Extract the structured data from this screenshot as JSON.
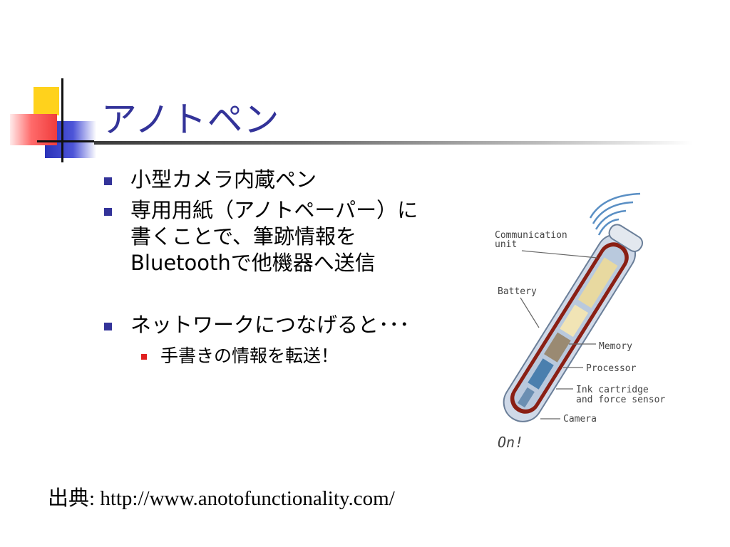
{
  "slide": {
    "title": "アノトペン",
    "bullets": [
      {
        "text": "小型カメラ内蔵ペン"
      },
      {
        "text": "専用用紙（アノトペーパー）に書くことで、筆跡情報をBluetoothで他機器へ送信"
      },
      {
        "text": "ネットワークにつなげると･･･"
      }
    ],
    "sub_bullet": "手書きの情報を転送！",
    "source_label": "出典",
    "source_url": ": http://www.anotofunctionality.com/"
  },
  "illustration": {
    "labels": {
      "communication": "Communication",
      "communication_unit": "unit",
      "battery": "Battery",
      "memory": "Memory",
      "processor": "Processor",
      "ink_line1": "Ink cartridge",
      "ink_line2": "and force sensor",
      "camera": "Camera",
      "logo": "On!"
    }
  },
  "colors": {
    "title": "#333399",
    "bullet": "#333399",
    "sub_bullet": "#e02020",
    "deco_yellow": "#ffd21c",
    "deco_blue": "#2a32b8",
    "deco_red": "#f03c3c"
  }
}
